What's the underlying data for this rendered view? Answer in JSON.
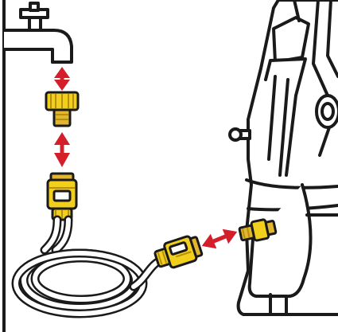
{
  "figure": {
    "colors": {
      "outline": "#1a1a1a",
      "fill": "#ffffff",
      "arrow": "#d41f2a",
      "fitting_yellow": "#f2cf1c",
      "fitting_dark": "#b58f0a",
      "brass": "#e2b62e"
    },
    "parts": [
      "tap-icon",
      "tap-adapter-icon",
      "hose-connector-icon",
      "coiled-hose-icon",
      "hose-end-connector-icon",
      "pressure-washer-icon",
      "inlet-coupling-icon"
    ],
    "arrows": [
      "double-arrow-tap-adapter",
      "double-arrow-adapter-connector",
      "double-arrow-connector-inlet"
    ]
  }
}
